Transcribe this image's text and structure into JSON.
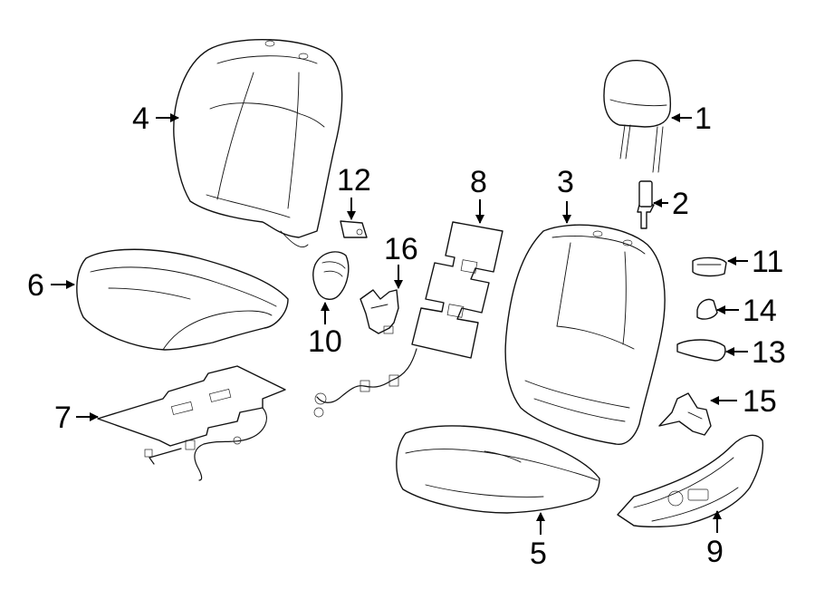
{
  "callouts": [
    "1",
    "2",
    "3",
    "4",
    "5",
    "6",
    "7",
    "8",
    "9",
    "10",
    "11",
    "12",
    "13",
    "14",
    "15",
    "16"
  ],
  "colors": {
    "line": "#111111",
    "background": "#ffffff",
    "label": "#000000"
  }
}
